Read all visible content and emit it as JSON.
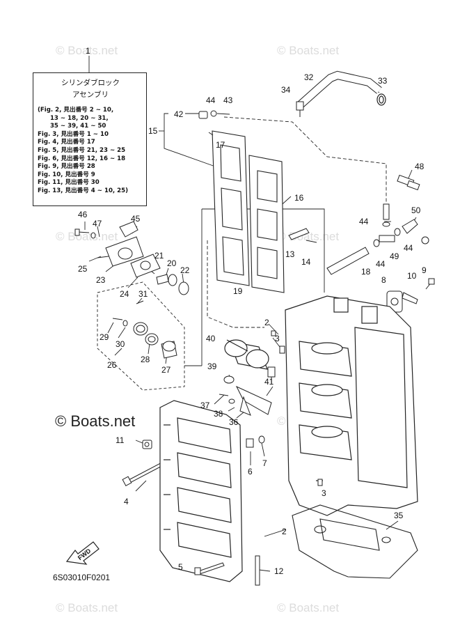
{
  "watermark": "© Boats.net",
  "legend": {
    "title_line1": "シリンダブロック",
    "title_line2": "アセンブリ",
    "lines": [
      "(Fig. 2, 見出番号 2 ~ 10,",
      "      13 ~ 18, 20 ~ 31,",
      "      35 ~ 39, 41 ~ 50",
      "Fig. 3, 見出番号 1 ~ 10",
      "Fig. 4, 見出番号 17",
      "Fig. 5, 見出番号 21, 23 ~ 25",
      "Fig. 6, 見出番号 12, 16 ~ 18",
      "Fig. 9, 見出番号 28",
      "Fig. 10, 見出番号 9",
      "Fig. 11, 見出番号 30",
      "Fig. 13, 見出番号 4 ~ 10, 25)"
    ]
  },
  "fwd_label": "FWD",
  "diagram_code": "6S03010F0201",
  "callouts": {
    "c1": "1",
    "c2a": "2",
    "c2b": "2",
    "c3a": "3",
    "c3b": "3",
    "c4": "4",
    "c5": "5",
    "c6": "6",
    "c7": "7",
    "c8": "8",
    "c9": "9",
    "c10": "10",
    "c11": "11",
    "c12": "12",
    "c13": "13",
    "c14": "14",
    "c15": "15",
    "c16": "16",
    "c17": "17",
    "c18": "18",
    "c19": "19",
    "c20": "20",
    "c21": "21",
    "c22": "22",
    "c23": "23",
    "c24": "24",
    "c25": "25",
    "c26": "26",
    "c27": "27",
    "c28": "28",
    "c29": "29",
    "c30": "30",
    "c31": "31",
    "c32": "32",
    "c33": "33",
    "c34": "34",
    "c35": "35",
    "c36": "36",
    "c37": "37",
    "c38": "38",
    "c39": "39",
    "c40": "40",
    "c41": "41",
    "c42": "42",
    "c43": "43",
    "c44a": "44",
    "c44b": "44",
    "c44c": "44",
    "c44d": "44",
    "c45": "45",
    "c46": "46",
    "c47": "47",
    "c48": "48",
    "c49": "49",
    "c50": "50"
  }
}
